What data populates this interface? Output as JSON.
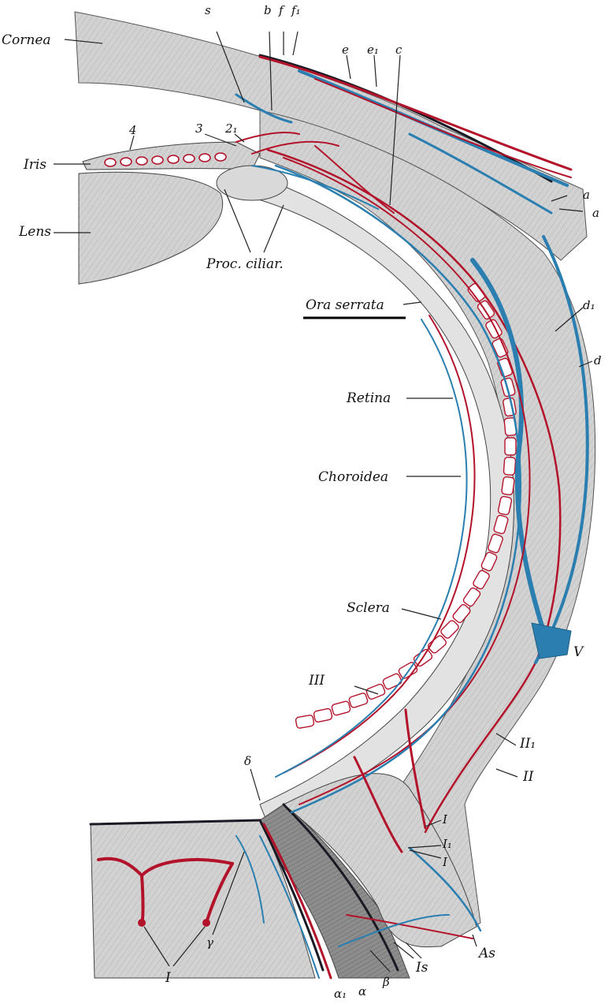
{
  "labels": {
    "cornea": "Cornea",
    "iris": "Iris",
    "lens": "Lens",
    "proc_ciliar": "Proc. ciliar.",
    "ora_serrata": "Ora serrata",
    "retina": "Retina",
    "choroidea": "Choroidea",
    "sclera": "Sclera",
    "s": "s",
    "b": "b",
    "f": "f",
    "f1": "f₁",
    "e": "e",
    "e1": "e₁",
    "c": "c",
    "n4": "4",
    "n3": "3",
    "n2": "2₁",
    "a_top": "a",
    "a_bottom": "a",
    "d1": "d₁",
    "d": "d",
    "V": "V",
    "III": "III",
    "II1": "II₁",
    "II": "II",
    "delta": "δ",
    "I_a": "I",
    "I1": "I₁",
    "I_b": "I",
    "As": "As",
    "Is": "Is",
    "beta": "β",
    "alpha": "α",
    "alpha1": "α₁",
    "gamma": "γ",
    "I_left": "I"
  },
  "colors": {
    "artery": "#b3132a",
    "vein": "#2a7fb0",
    "tissue": "#cfcfcf",
    "tissue_dark": "#8a8a8a",
    "background": "#ffffff"
  }
}
